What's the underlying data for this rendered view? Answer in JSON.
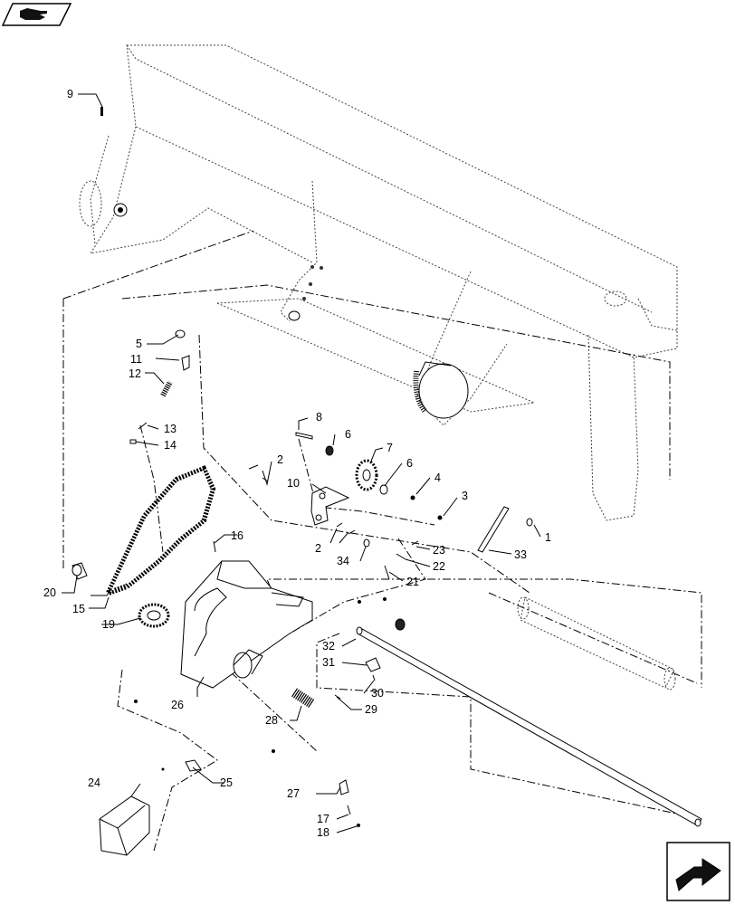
{
  "nav": {
    "back_icon": "hand-pointer-back-icon",
    "next_icon": "arrow-next-page-icon"
  },
  "callouts": [
    {
      "id": "c1",
      "text": "1"
    },
    {
      "id": "c2a",
      "text": "2"
    },
    {
      "id": "c2b",
      "text": "2"
    },
    {
      "id": "c3",
      "text": "3"
    },
    {
      "id": "c4",
      "text": "4"
    },
    {
      "id": "c5",
      "text": "5"
    },
    {
      "id": "c6a",
      "text": "6"
    },
    {
      "id": "c6b",
      "text": "6"
    },
    {
      "id": "c7",
      "text": "7"
    },
    {
      "id": "c8",
      "text": "8"
    },
    {
      "id": "c9",
      "text": "9"
    },
    {
      "id": "c10",
      "text": "10"
    },
    {
      "id": "c11",
      "text": "11"
    },
    {
      "id": "c12",
      "text": "12"
    },
    {
      "id": "c13",
      "text": "13"
    },
    {
      "id": "c14",
      "text": "14"
    },
    {
      "id": "c15",
      "text": "15"
    },
    {
      "id": "c16",
      "text": "16"
    },
    {
      "id": "c17",
      "text": "17"
    },
    {
      "id": "c18",
      "text": "18"
    },
    {
      "id": "c19",
      "text": "19"
    },
    {
      "id": "c20",
      "text": "20"
    },
    {
      "id": "c21",
      "text": "21"
    },
    {
      "id": "c22",
      "text": "22"
    },
    {
      "id": "c23",
      "text": "23"
    },
    {
      "id": "c24",
      "text": "24"
    },
    {
      "id": "c25",
      "text": "25"
    },
    {
      "id": "c26",
      "text": "26"
    },
    {
      "id": "c27",
      "text": "27"
    },
    {
      "id": "c28",
      "text": "28"
    },
    {
      "id": "c29",
      "text": "29"
    },
    {
      "id": "c30",
      "text": "30"
    },
    {
      "id": "c31",
      "text": "31"
    },
    {
      "id": "c32",
      "text": "32"
    },
    {
      "id": "c33",
      "text": "33"
    },
    {
      "id": "c34",
      "text": "34"
    }
  ]
}
